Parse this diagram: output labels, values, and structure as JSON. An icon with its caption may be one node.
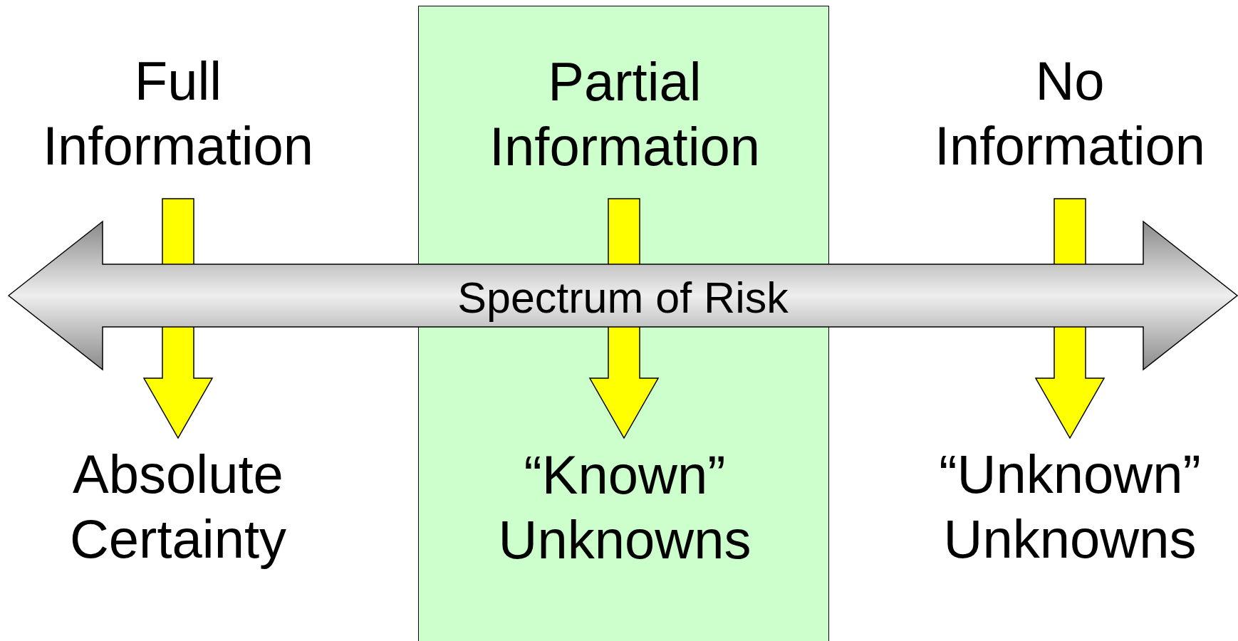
{
  "diagram": {
    "nodes": [
      {
        "text": [
          "Full Information"
        ]
      },
      {
        "text": [],
        "shape": "box"
      },
      {
        "text": [
          "Partial Information"
        ],
        "in": 1
      },
      {
        "text": [
          "No Information"
        ]
      },
      {
        "text": [
          "Spectrum of Risk"
        ]
      },
      {
        "text": [
          "Absolute Certainty"
        ]
      },
      {
        "text": [
          "“Known” Unknowns"
        ],
        "in": 1
      },
      {
        "text": [
          "“Unknown” Unknowns"
        ]
      }
    ],
    "edges": [
      {
        "from": 0,
        "to": 5,
        "arrow": "to",
        "style": "thick",
        "color": "#ffff00"
      },
      {
        "from": 2,
        "to": 6,
        "arrow": "to",
        "style": "thick",
        "color": "#ffff00"
      },
      {
        "from": 3,
        "to": 7,
        "arrow": "to",
        "style": "thick",
        "color": "#ffff00"
      }
    ]
  }
}
